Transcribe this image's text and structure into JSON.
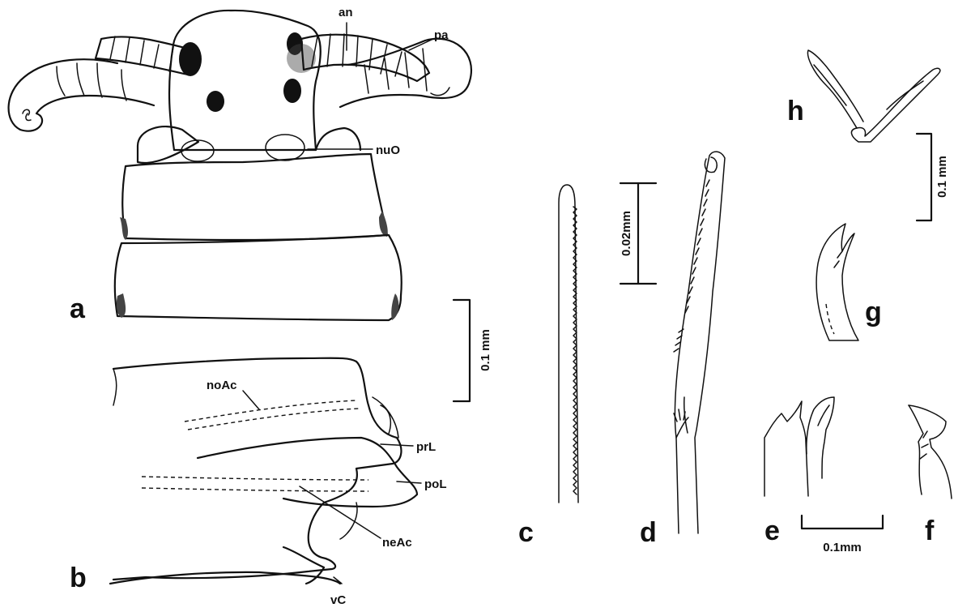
{
  "panels": {
    "a": "a",
    "b": "b",
    "c": "c",
    "d": "d",
    "e": "e",
    "f": "f",
    "g": "g",
    "h": "h"
  },
  "labels": {
    "an": "an",
    "pa": "pa",
    "nuO": "nuO",
    "noAc": "noAc",
    "prL": "prL",
    "poL": "poL",
    "neAc": "neAc",
    "vC": "vC"
  },
  "scale_bars": {
    "ab": "0.1 mm",
    "cd": "0.02mm",
    "gh": "0.1 mm",
    "ef": "0.1mm"
  }
}
